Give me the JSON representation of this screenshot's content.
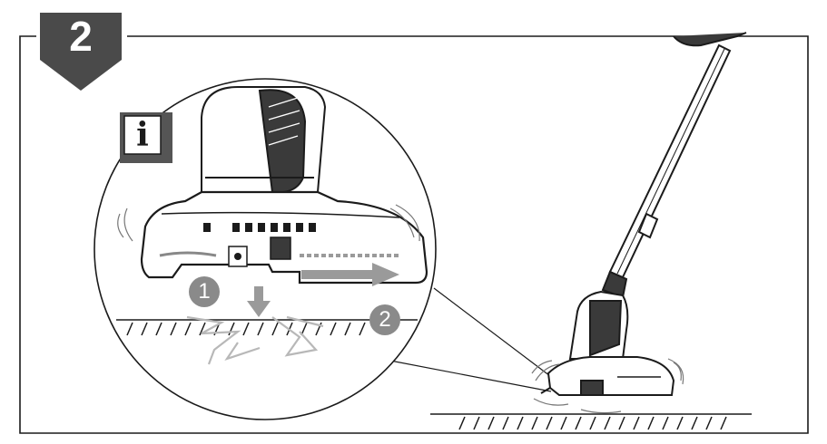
{
  "step": {
    "number": "2",
    "badge_color": "#4a4a4a"
  },
  "info": {
    "symbol": "i",
    "icon": "info-icon"
  },
  "markers": [
    {
      "label": "1",
      "meaning": "bump-head-down"
    },
    {
      "label": "2",
      "meaning": "line-feeds-out"
    }
  ],
  "colors": {
    "outline": "#1b1b1b",
    "marker_gray": "#8a8a8a",
    "arrow_gray": "#9a9a9a",
    "ground": "#1b1b1b"
  }
}
